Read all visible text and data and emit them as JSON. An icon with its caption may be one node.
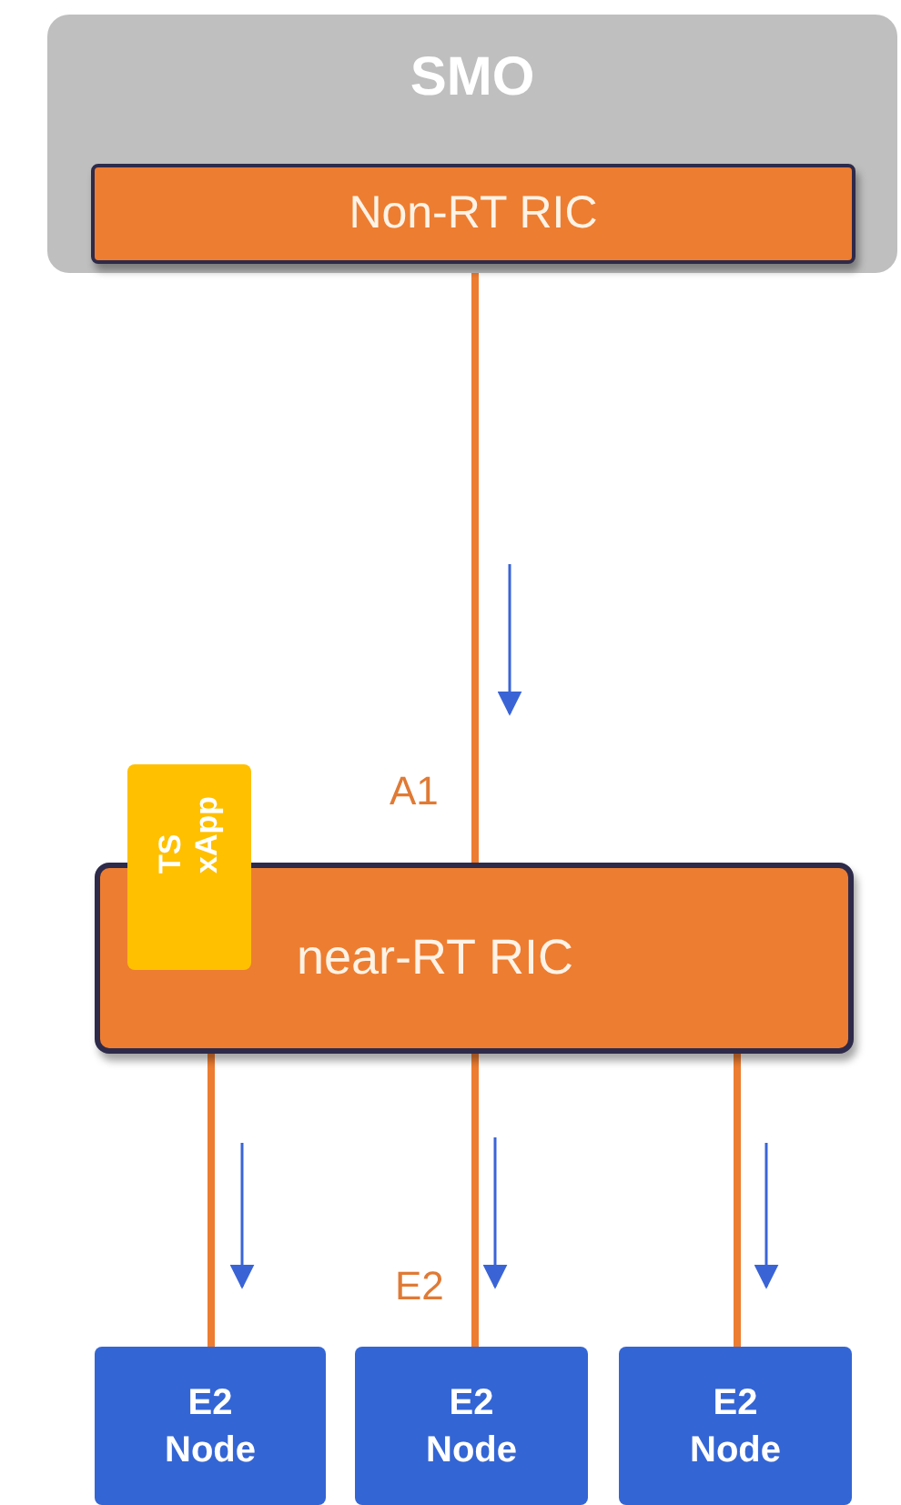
{
  "diagram": {
    "nodes": [
      {
        "text": [
          "SMO"
        ]
      },
      {
        "text": [
          "Non-RT RIC"
        ],
        "in": 0
      },
      {
        "text": [
          "near-RT RIC"
        ]
      },
      {
        "text": [
          "TS xApp"
        ]
      },
      {
        "text": [
          "E2 Node"
        ]
      },
      {
        "text": [
          "E2 Node"
        ]
      },
      {
        "text": [
          "E2 Node"
        ]
      }
    ],
    "edges": [
      {
        "from": 1,
        "to": 2,
        "arrow": "none",
        "label": "A1"
      },
      {
        "from": 2,
        "to": 4,
        "arrow": "none"
      },
      {
        "from": 2,
        "to": 5,
        "arrow": "none",
        "label": "E2"
      },
      {
        "from": 2,
        "to": 6,
        "arrow": "none"
      }
    ]
  }
}
